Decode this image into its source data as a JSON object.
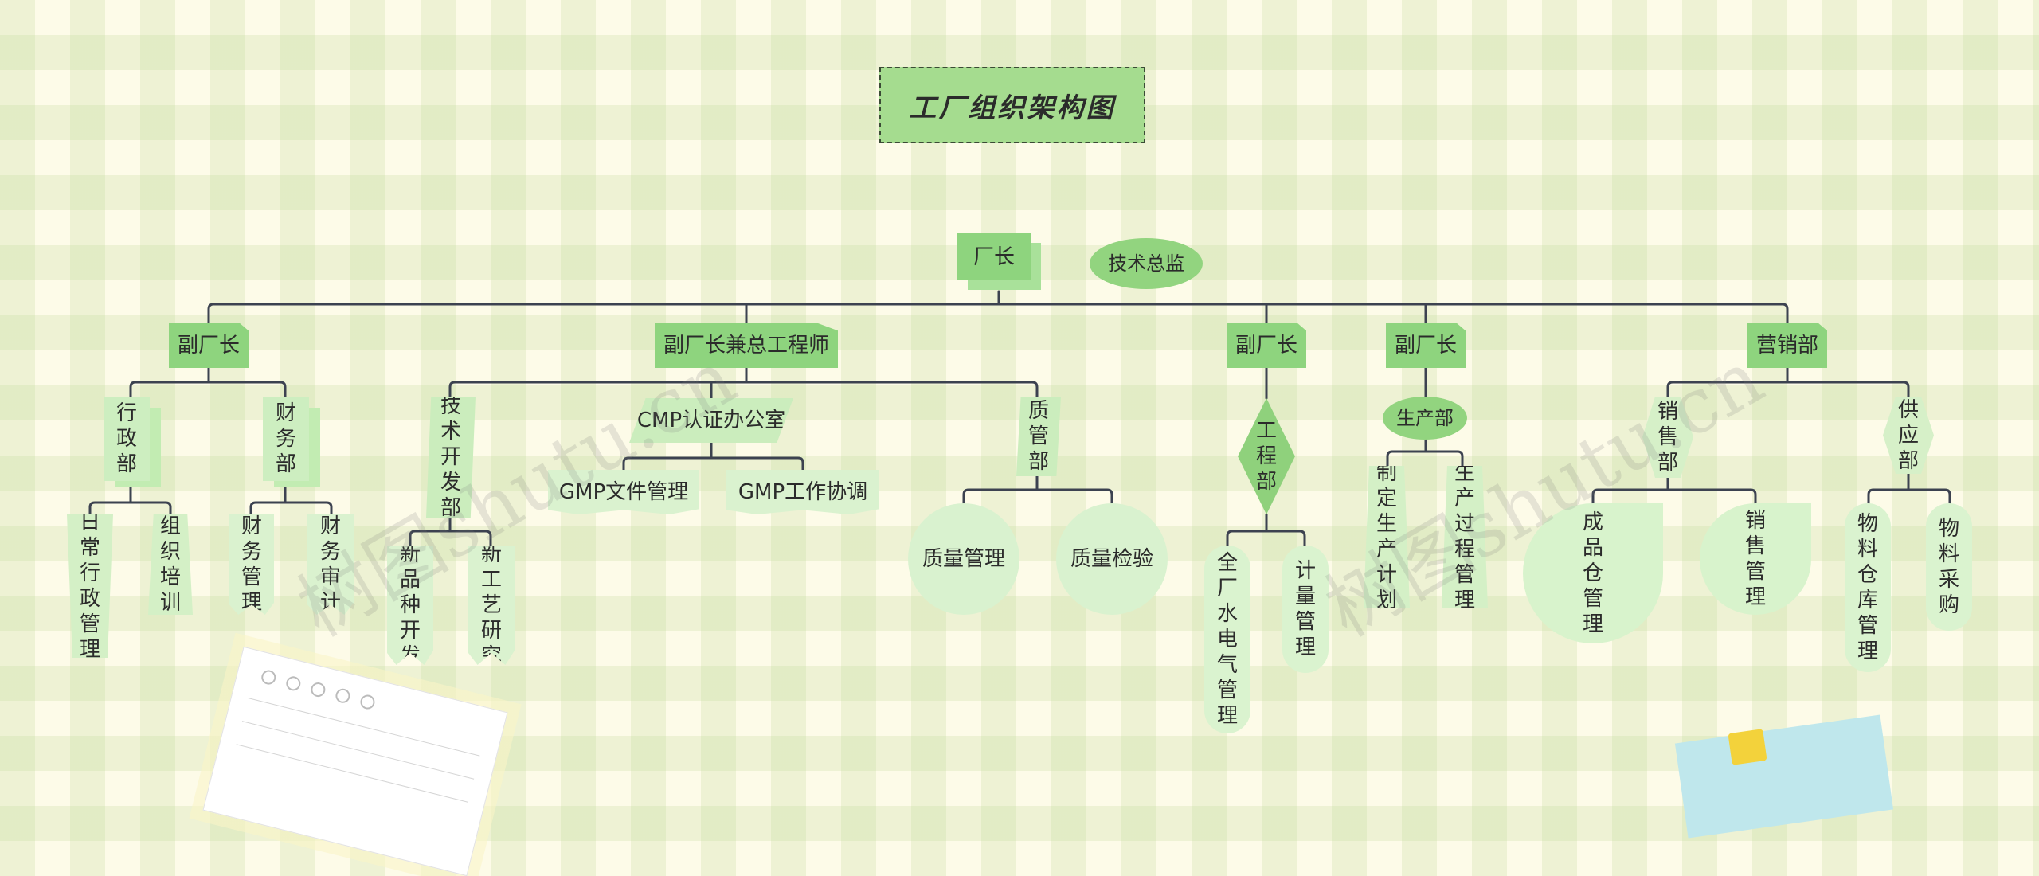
{
  "title": "工厂组织架构图",
  "root": "厂长",
  "advisor": "技术总监",
  "watermark": "树图shutu.cn",
  "branches": {
    "b1": {
      "label": "副厂长",
      "children": [
        {
          "label": "行政部",
          "children": [
            "日常行政管理",
            "组织培训"
          ]
        },
        {
          "label": "财务部",
          "children": [
            "财务管理",
            "财务审计"
          ]
        }
      ]
    },
    "b2": {
      "label": "副厂长兼总工程师",
      "children": [
        {
          "label": "技术开发部",
          "children": [
            "新品种开发",
            "新工艺研究"
          ]
        },
        {
          "label": "CMP认证办公室",
          "children": [
            "GMP文件管理",
            "GMP工作协调"
          ]
        },
        {
          "label": "质管部",
          "children": [
            "质量管理",
            "质量检验"
          ]
        }
      ]
    },
    "b3": {
      "label": "副厂长",
      "children": [
        {
          "label": "工程部",
          "children": [
            "全厂水电气管理",
            "计量管理"
          ]
        }
      ]
    },
    "b4": {
      "label": "副厂长",
      "children": [
        {
          "label": "生产部",
          "children": [
            "制定生产计划",
            "生产过程管理"
          ]
        }
      ]
    },
    "b5": {
      "label": "营销部",
      "children": [
        {
          "label": "销售部",
          "children": [
            "成品仓管理",
            "销售管理"
          ]
        },
        {
          "label": "供应部",
          "children": [
            "物料仓库管理",
            "物料采购"
          ]
        }
      ]
    }
  }
}
